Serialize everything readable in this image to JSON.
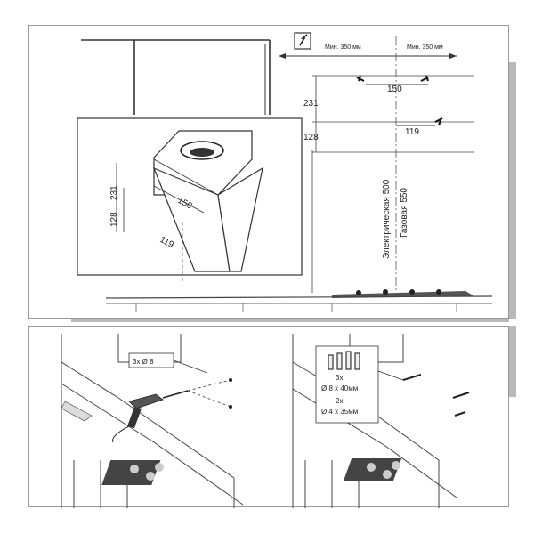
{
  "top_panel": {
    "min_left": "Мин. 350 мм",
    "min_right": "Мин. 350 мм",
    "dim_150": "150",
    "dim_231": "231",
    "dim_128": "128",
    "dim_119": "119",
    "electric": "Электрическая 500",
    "gas": "Газовая 550",
    "inset": {
      "dim_231": "231",
      "dim_128": "128",
      "dim_150": "150",
      "dim_119": "119"
    }
  },
  "bottom_panel": {
    "drill_callout": "3x Ø 8",
    "screws_count": "3x",
    "screws_size": "Ø 8 x 40мм",
    "pins_count": "2x",
    "pins_size": "Ø 4 x 35мм"
  },
  "icons": [
    "electric-plug-icon"
  ]
}
